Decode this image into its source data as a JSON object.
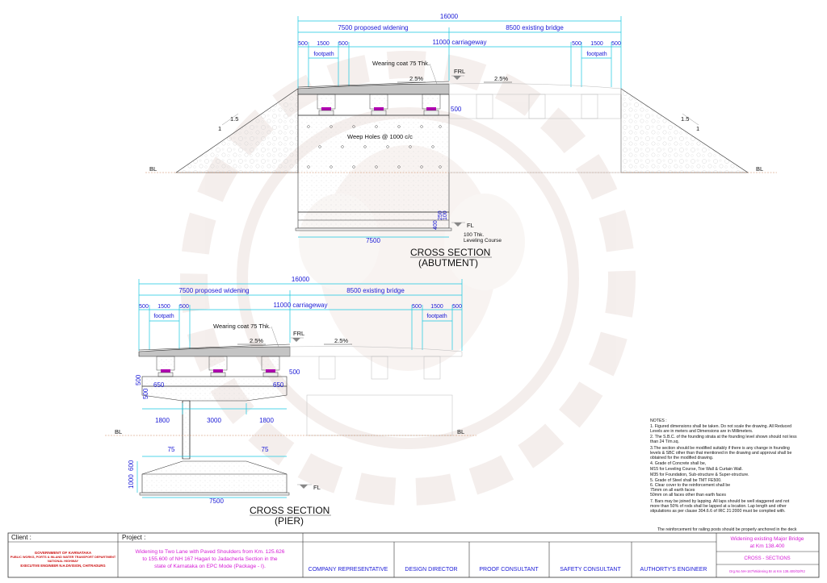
{
  "abutment": {
    "dims": {
      "total": "16000",
      "proposed": "7500 proposed widening",
      "existing": "8500 existing bridge",
      "carriageway": "11000 carriageway",
      "d500": "500",
      "d1500": "1500",
      "footpath": "footpath",
      "base": "7500",
      "side500": "500",
      "small_250": "250",
      "small_100": "100",
      "small_400": "400"
    },
    "labels": {
      "wearing_coat": "Wearing coat 75 Thk.",
      "frl": "FRL",
      "slope_left": "2.5%",
      "slope_right": "2.5%",
      "weep_holes": "Weep Holes @ 1000 c/c",
      "bl_left": "BL",
      "bl_right": "BL",
      "fl": "FL",
      "leveling1": "100 Thk.",
      "leveling2": "Leveling Course",
      "ratio_15": "1.5",
      "ratio_1": "1"
    },
    "title1": "CROSS SECTION",
    "title2": "(ABUTMENT)"
  },
  "pier": {
    "dims": {
      "total": "16000",
      "proposed": "7500 proposed widening",
      "existing": "8500 existing bridge",
      "carriageway": "11000 carriageway",
      "d500": "500",
      "d1500": "1500",
      "footpath": "footpath",
      "cap650": "650",
      "v500": "500",
      "w1800": "1800",
      "w3000": "3000",
      "w75": "75",
      "h1000": "1000",
      "h600": "600",
      "base": "7500",
      "side500": "500"
    },
    "labels": {
      "wearing_coat": "Wearing coat 75 Thk.",
      "frl": "FRL",
      "slope_left": "2.5%",
      "slope_right": "2.5%",
      "bl_left": "BL",
      "bl_right": "BL",
      "fl": "FL"
    },
    "title1": "CROSS SECTION",
    "title2": "(PIER)"
  },
  "notes": {
    "heading": "NOTES :",
    "lines": [
      "1. Figured dimensions shall be taken. Do not scale the drawing. All Reduced",
      "Levels are in  meters and Dimensions are in Millimeters.",
      "2. The S.B.C. of the founding strata at the founding level shown should not less",
      "than 24 T/m.sq.",
      "3.The section should be modified suitably if there is any change in founding",
      "levels & SBC other than that mentioned in the drawing and approval shall be",
      "obtained for the modified drawing.",
      "4. Grade of Concrete shall be,",
      "        M15 for Leveling Course, Toe Wall & Curtain Wall.",
      "        M35 for Foundation, Sub-structure & Super-structure.",
      "5. Grade of Steel shall be TMT FE500.",
      "6. Clear cover to the reinforcement shall be",
      "    75mm on all earth faces",
      "    50mm on all faces other than earth faces",
      "7. Bars may be joined by lapping. All laps should be well staggered and not",
      "more than 50% of rods shall be lapped at a location. Lap length and other",
      "stipulations as per clause 304.6.6 of IRC 21:2000 must be complied with."
    ],
    "footer": "The reinforcement for railing posts should be properly anchored in the deck"
  },
  "titleblock": {
    "client_label": "Client :",
    "client_lines": [
      "GOVERNMENT OF KARNATAKA",
      "PUBLIC WORKS, PORTS & INLAND WATER TRANSPORT DEPARTMENT",
      "NATIONAL HIGHWAY",
      "EXECUTIVE ENGINEER N.H.DIVISION, CHITRADURG"
    ],
    "project_label": "Project :",
    "project_lines": [
      "Widening to Two Lane with Paved Shoulders from Km. 125.626",
      "to 155.600  of NH 167  Hagari to Jadacherla Section in the",
      "state of Karnataka on EPC Mode (Package - I)."
    ],
    "roles": [
      "COMPANY REPRESENTATIVE",
      "DESIGN DIRECTOR",
      "PROOF CONSULTANT",
      "SAFETY CONSULTANT",
      "AUTHORTY'S ENGINEER"
    ],
    "drawing_title1": "Widening existing Major Bridge",
    "drawing_title2": "at Km 138.400",
    "sheet_title": "CROSS - SECTIONS",
    "drawing_no": "Drg.No.NH-167/Widening Br at Km 138.400/02/R2"
  },
  "colors": {
    "dimension": "#1a1ad6",
    "extension": "#18c7e0",
    "titleblock_magenta": "#d61ad6",
    "client_red": "#cc1111",
    "ground": "#c9845a"
  }
}
